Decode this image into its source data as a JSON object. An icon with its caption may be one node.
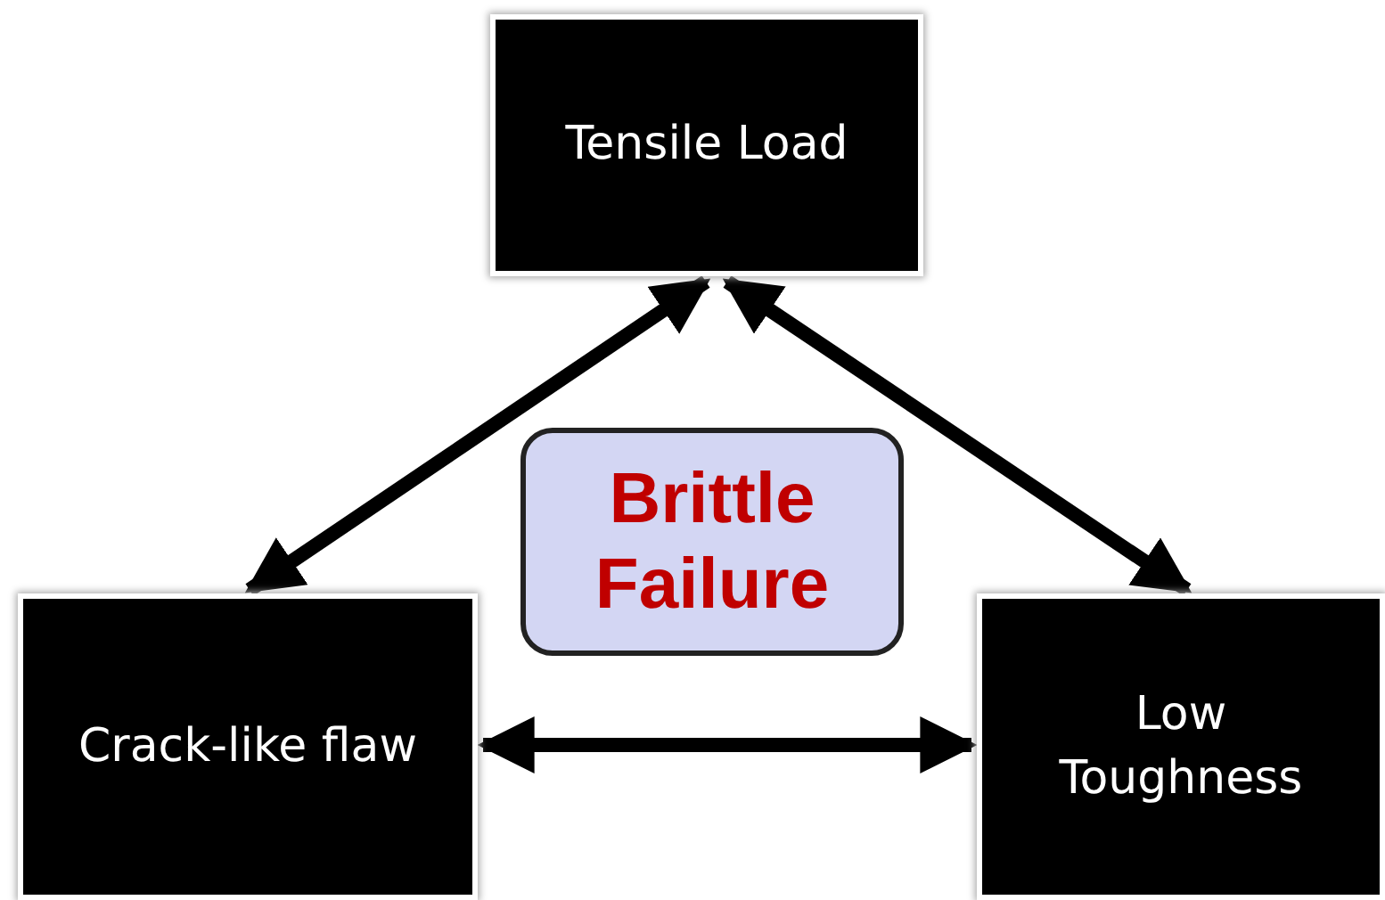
{
  "diagram": {
    "nodes": [
      {
        "text": [
          "Tensile Load"
        ]
      },
      {
        "text": [
          "Brittle Failure"
        ]
      },
      {
        "text": [
          "Crack-like flaw"
        ]
      },
      {
        "text": [
          "Low Toughness"
        ]
      }
    ],
    "edges": [
      {
        "from": 0,
        "to": 2,
        "arrow": "both"
      },
      {
        "from": 0,
        "to": 3,
        "arrow": "both"
      },
      {
        "from": 2,
        "to": 3,
        "arrow": "both"
      }
    ]
  }
}
